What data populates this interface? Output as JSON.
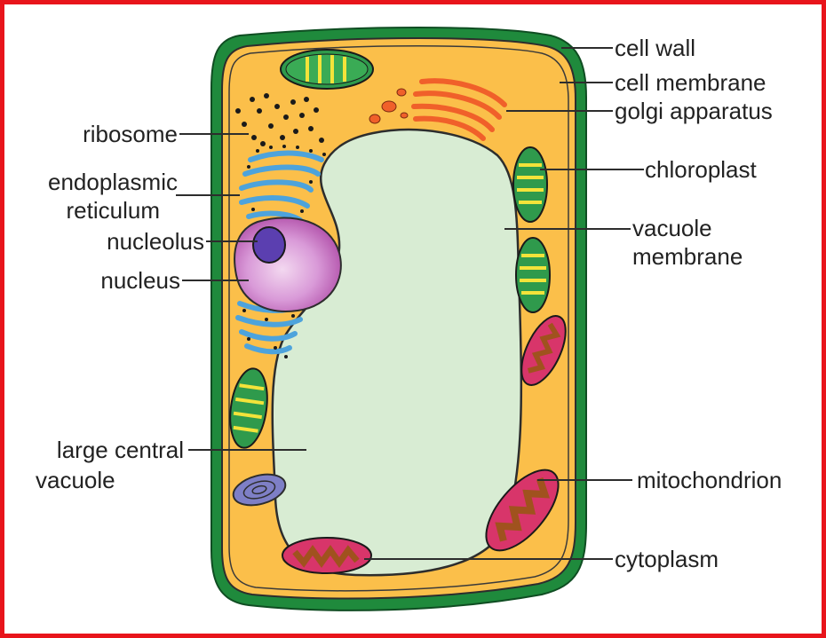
{
  "colors": {
    "frame": "#e8141b",
    "cell_wall": "#1f8a3c",
    "cytoplasm": "#fbbf4a",
    "vacuole": "#d8ecd3",
    "endoplasmic_reticulum": "#4da3dc",
    "golgi": "#f0602a",
    "nucleus": "#d99ad8",
    "nucleolus": "#5b3fb0",
    "mitochondrion": "#d8356a"
  },
  "labels": {
    "cell_wall": "cell wall",
    "cell_membrane": "cell membrane",
    "golgi_apparatus": "golgi apparatus",
    "ribosome": "ribosome",
    "endoplasmic_1": "endoplasmic",
    "endoplasmic_2": "reticulum",
    "chloroplast": "chloroplast",
    "nucleolus": "nucleolus",
    "vacuole_membrane_1": "vacuole",
    "vacuole_membrane_2": "membrane",
    "nucleus": "nucleus",
    "large_central_vacuole_1": "large central",
    "large_central_vacuole_2": "vacuole",
    "mitochondrion": "mitochondrion",
    "cytoplasm": "cytoplasm"
  }
}
